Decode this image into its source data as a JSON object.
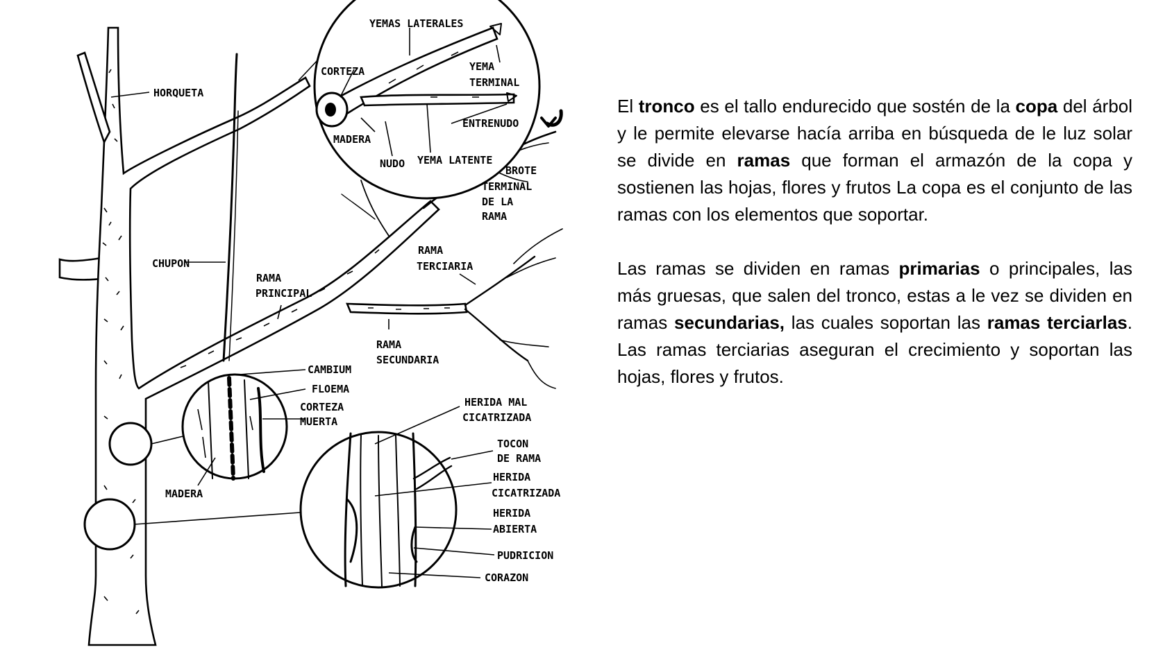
{
  "diagram_labels": {
    "horqueta": "HORQUETA",
    "chupon": "CHUPON",
    "rama_principal_1": "RAMA",
    "rama_principal_2": "PRINCIPAL",
    "rama_secundaria_1": "RAMA",
    "rama_secundaria_2": "SECUNDARIA",
    "rama_terciaria_1": "RAMA",
    "rama_terciaria_2": "TERCIARIA",
    "brote_1": "BROTE",
    "brote_2": "TERMINAL",
    "brote_3": "DE LA",
    "brote_4": "RAMA",
    "yemas_laterales": "YEMAS LATERALES",
    "corteza_top": "CORTEZA",
    "yema_terminal_1": "YEMA",
    "yema_terminal_2": "TERMINAL",
    "entrenudo": "ENTRENUDO",
    "madera_top": "MADERA",
    "nudo": "NUDO",
    "yema_latente": "YEMA LATENTE",
    "cambium": "CAMBIUM",
    "floema": "FLOEMA",
    "corteza_muerta_1": "CORTEZA",
    "corteza_muerta_2": "MUERTA",
    "madera_bottom": "MADERA",
    "herida_mal_1": "HERIDA MAL",
    "herida_mal_2": "CICATRIZADA",
    "tocon_1": "TOCON",
    "tocon_2": "DE RAMA",
    "herida_cic_1": "HERIDA",
    "herida_cic_2": "CICATRIZADA",
    "herida_abierta_1": "HERIDA",
    "herida_abierta_2": "ABIERTA",
    "pudricion": "PUDRICION",
    "corazon": "CORAZON"
  },
  "paragraph1": [
    {
      "t": "El ",
      "b": false
    },
    {
      "t": "tronco",
      "b": true
    },
    {
      "t": " es el tallo endurecido que sostén de la ",
      "b": false
    },
    {
      "t": "copa",
      "b": true
    },
    {
      "t": " del árbol y le permite elevarse hacía arriba en búsqueda de le luz solar se divide en ",
      "b": false
    },
    {
      "t": "ramas",
      "b": true
    },
    {
      "t": " que forman el armazón de la copa y sostienen las hojas, flores y frutos La copa es el conjunto de las ramas con los elementos que soportar.",
      "b": false
    }
  ],
  "paragraph2": [
    {
      "t": "Las ramas se dividen en ramas ",
      "b": false
    },
    {
      "t": "primarias",
      "b": true
    },
    {
      "t": " o principales, las más gruesas, que salen del tronco, estas a le vez se dividen en ramas ",
      "b": false
    },
    {
      "t": "secundarias,",
      "b": true
    },
    {
      "t": " las cuales soportan las ",
      "b": false
    },
    {
      "t": "ramas terciarlas",
      "b": true
    },
    {
      "t": ". Las ramas terciarias aseguran el crecimiento y soportan las hojas, flores y frutos.",
      "b": false
    }
  ]
}
